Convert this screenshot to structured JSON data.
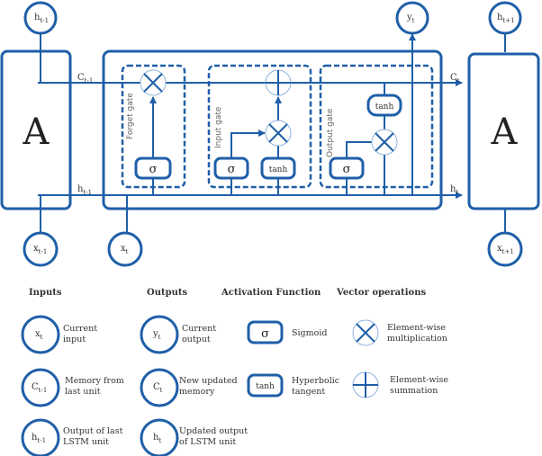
{
  "colors": {
    "accent": "#1f5fa8",
    "op_circle": "#8fb3dc"
  },
  "diagram": {
    "prev_cell_label": "A",
    "next_cell_label": "A",
    "nodes": {
      "h_prev_top": {
        "base": "h",
        "sub": "t-1"
      },
      "x_prev": {
        "base": "x",
        "sub": "t-1"
      },
      "x_cur": {
        "base": "x",
        "sub": "t"
      },
      "y_cur": {
        "base": "y",
        "sub": "t"
      },
      "h_next_top": {
        "base": "h",
        "sub": "t+1"
      },
      "x_next": {
        "base": "x",
        "sub": "t+1"
      }
    },
    "lines": {
      "c_in": {
        "base": "C",
        "sub": "t-1"
      },
      "h_in": {
        "base": "h",
        "sub": "t-1"
      },
      "c_out": {
        "base": "C",
        "sub": "t"
      },
      "h_out": {
        "base": "h",
        "sub": "t"
      }
    },
    "gates": {
      "forget": "Forget gate",
      "input": "Input gate",
      "output": "Output gate"
    },
    "sigma": "σ",
    "tanh": "tanh"
  },
  "legend": {
    "headers": {
      "inputs": "Inputs",
      "outputs": "Outputs",
      "activation": "Activation Function",
      "vector": "Vector operations"
    },
    "inputs": [
      {
        "base": "x",
        "sub": "t",
        "line1": "Current",
        "line2": "input"
      },
      {
        "base": "C",
        "sub": "t-1",
        "line1": "Memory from",
        "line2": "last unit"
      },
      {
        "base": "h",
        "sub": "t-1",
        "line1": "Output of last",
        "line2": "LSTM unit"
      }
    ],
    "outputs": [
      {
        "base": "y",
        "sub": "t",
        "line1": "Current",
        "line2": "output"
      },
      {
        "base": "C",
        "sub": "t",
        "line1": "New updated",
        "line2": "memory"
      },
      {
        "base": "h",
        "sub": "t",
        "line1": "Updated output",
        "line2": "of LSTM unit"
      }
    ],
    "activation": [
      {
        "symbol": "σ",
        "line1": "Sigmoid",
        "line2": ""
      },
      {
        "symbol": "tanh",
        "line1": "Hyperbolic",
        "line2": "tangent"
      }
    ],
    "vector": [
      {
        "icon": "multiply",
        "line1": "Element-wise",
        "line2": "multiplication"
      },
      {
        "icon": "sum",
        "line1": "Element-wise",
        "line2": "summation"
      }
    ]
  }
}
